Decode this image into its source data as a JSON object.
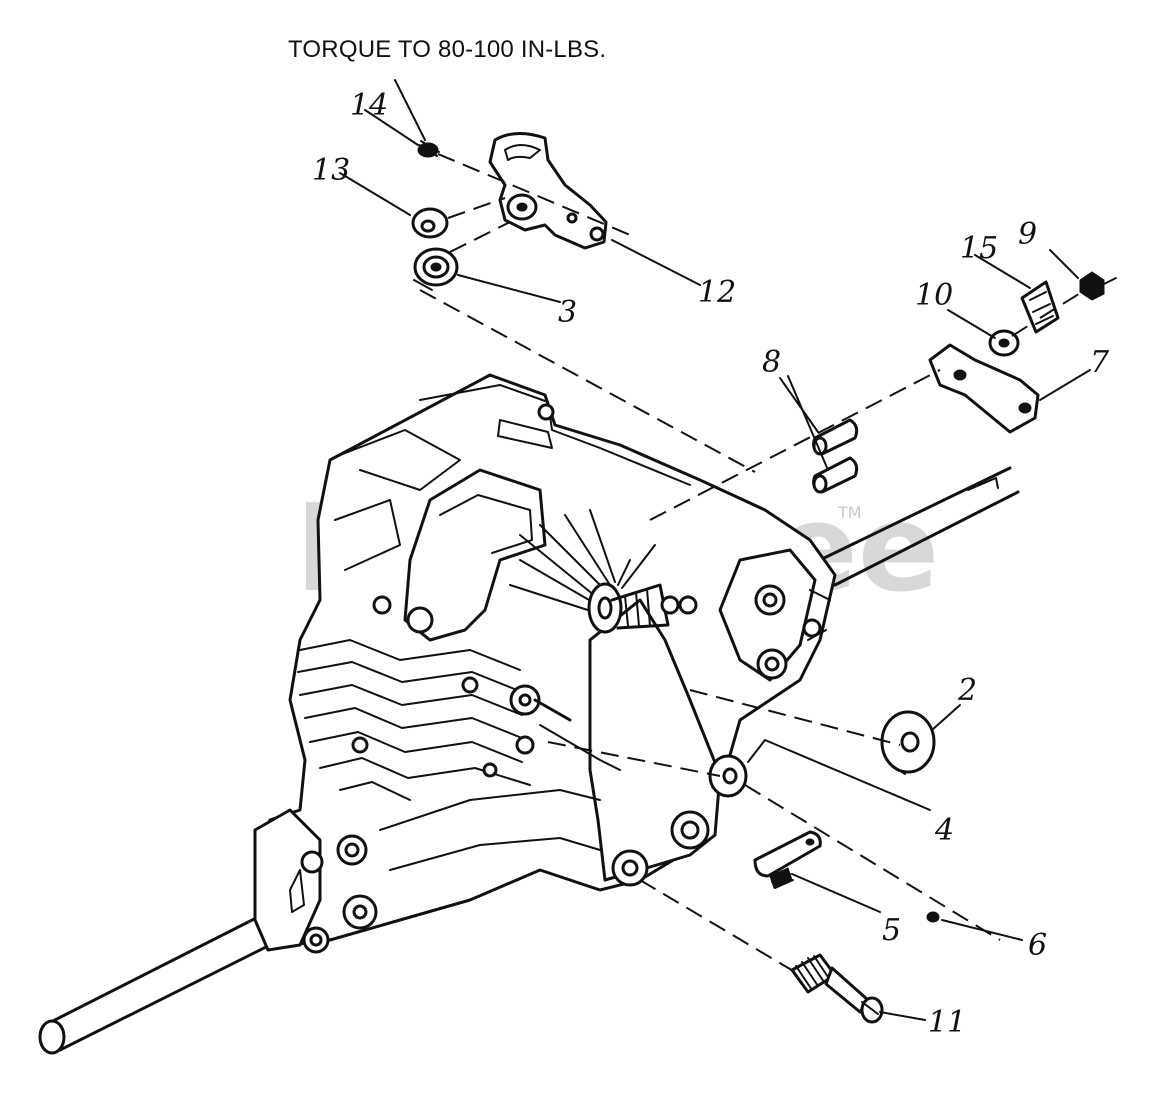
{
  "note": "TORQUE TO 80-100 IN-LBS.",
  "watermark": "PartsTree",
  "watermark_tm": "TM",
  "callouts": [
    "14",
    "13",
    "3",
    "12",
    "15",
    "9",
    "10",
    "8",
    "7",
    "2",
    "4",
    "5",
    "6",
    "11"
  ]
}
